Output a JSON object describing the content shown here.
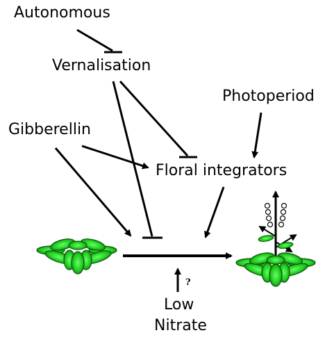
{
  "nodes": {
    "autonomous": "Autonomous",
    "vernalisation": "Vernalisation",
    "photoperiod": "Photoperiod",
    "gibberellin": "Gibberellin",
    "floral_integrators": "Floral integrators",
    "low": "Low",
    "nitrate": "Nitrate",
    "uncertain": "?"
  },
  "colors": {
    "leaf_green": "#22cc22",
    "leaf_dark": "#0a5a0a",
    "line": "#000000"
  }
}
